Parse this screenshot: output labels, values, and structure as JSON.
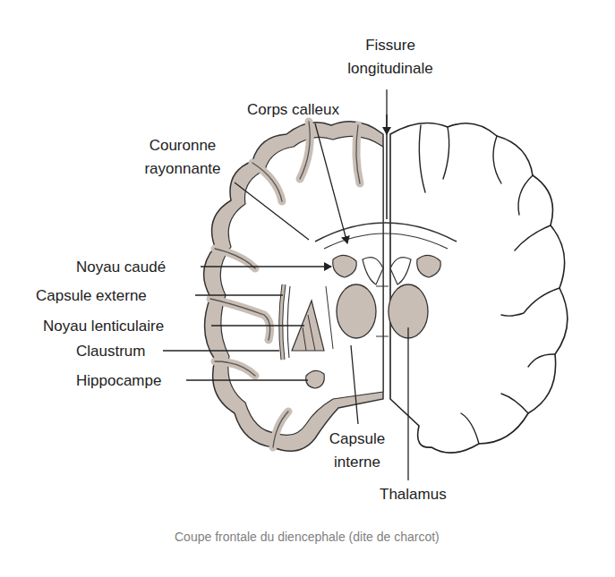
{
  "diagram": {
    "caption": "Coupe frontale du diencephale (dite de charcot)",
    "labels": [
      "Fissure longitudinale",
      "Corps calleux",
      "Couronne rayonnante",
      "Noyau caudé",
      "Capsule externe",
      "Noyau lenticulaire",
      "Claustrum",
      "Hippocampe",
      "Capsule interne",
      "Thalamus"
    ]
  }
}
